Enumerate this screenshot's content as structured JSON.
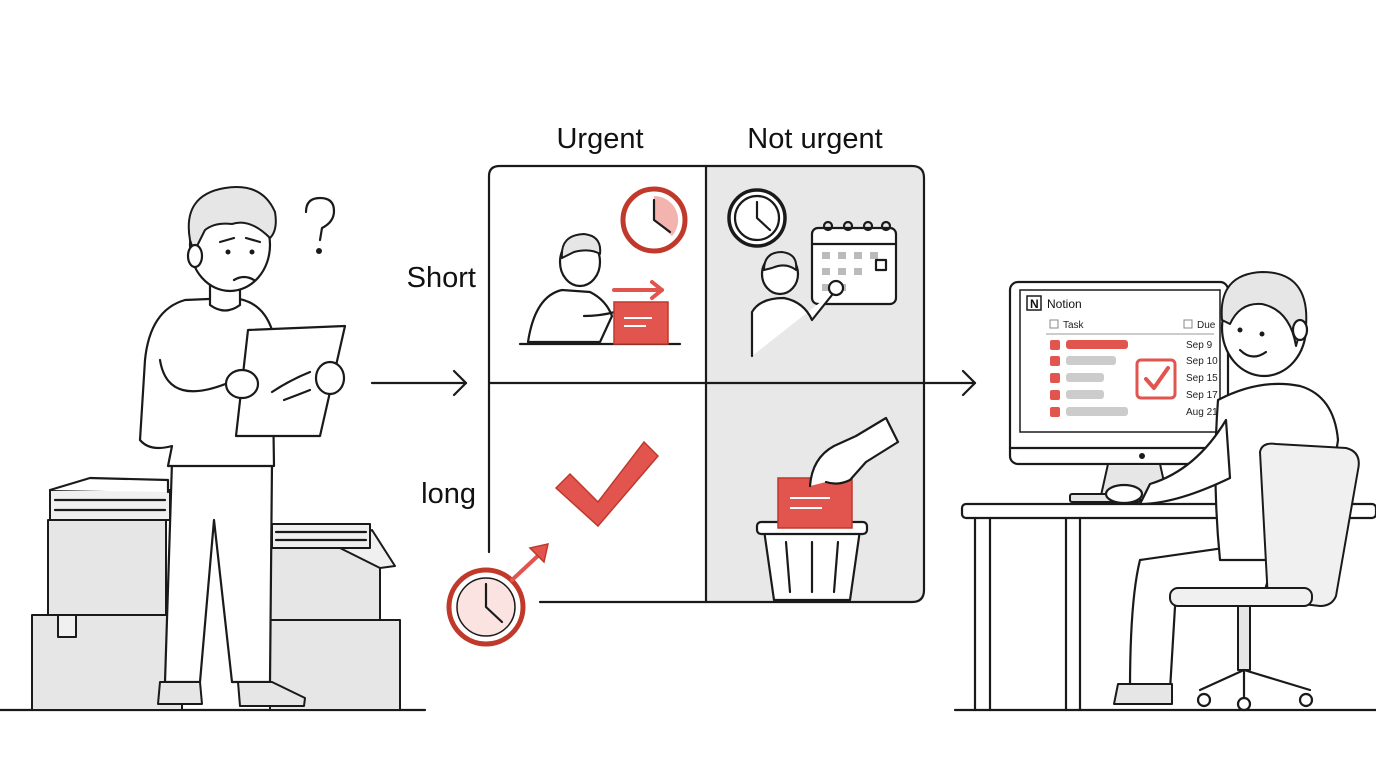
{
  "matrix": {
    "columns": [
      "Urgent",
      "Not urgent"
    ],
    "rows": [
      "Short",
      "long"
    ]
  },
  "notion_app": {
    "title": "Notion",
    "logo_letter": "N",
    "columns": {
      "task": "Task",
      "due": "Due"
    },
    "rows": [
      {
        "due": "Sep 9",
        "highlighted": true
      },
      {
        "due": "Sep 10",
        "highlighted": false
      },
      {
        "due": "Sep 15",
        "highlighted": false
      },
      {
        "due": "Sep 17",
        "highlighted": false
      },
      {
        "due": "Aug 21",
        "highlighted": false
      }
    ]
  },
  "colors": {
    "accent": "#e2554f",
    "panel_gray": "#e8e8e8",
    "ink": "#1a1a1a"
  },
  "icons": [
    "question-mark-icon",
    "clock-icon",
    "calendar-icon",
    "checkmark-icon",
    "trash-bin-icon",
    "arrow-icon"
  ]
}
